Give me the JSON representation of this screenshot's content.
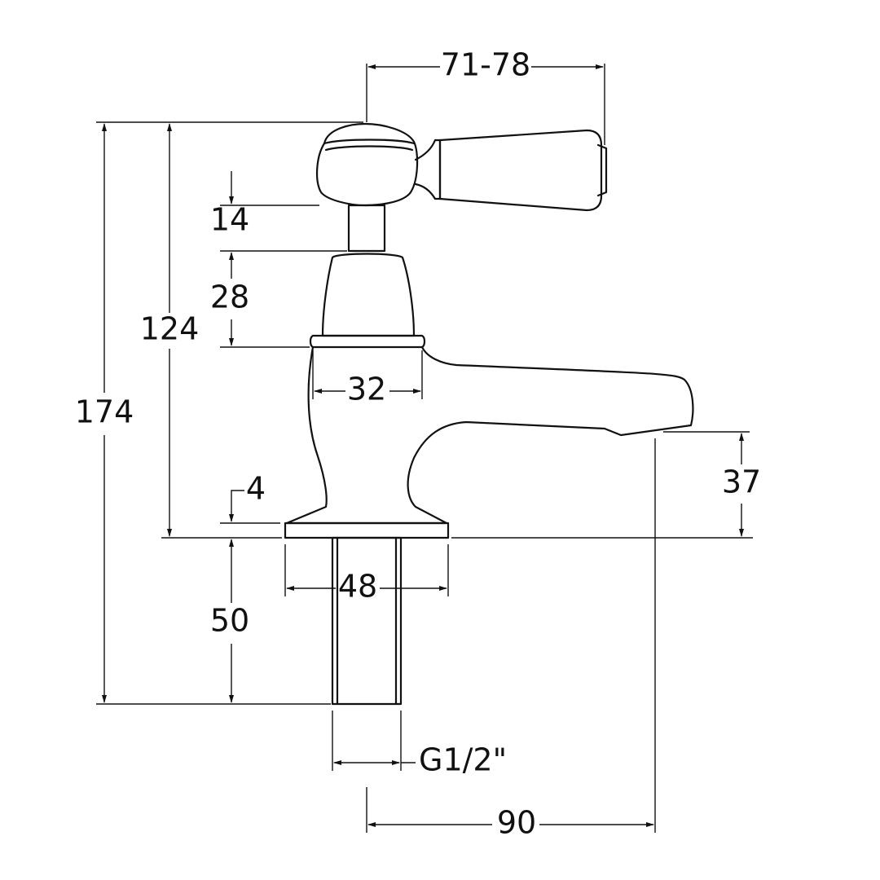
{
  "drawing": {
    "subject": "basin tap side elevation",
    "colors": {
      "line": "#111111",
      "background": "#ffffff"
    }
  },
  "dimensions": {
    "handle_reach": "71-78",
    "overall_height": "174",
    "height_above_deck": "124",
    "headgear_gap": "14",
    "body_upper": "28",
    "body_width": "32",
    "base_thickness": "4",
    "base_width": "48",
    "spout_height": "37",
    "shank_length": "50",
    "thread_size": "G1/2\"",
    "spout_projection": "90"
  }
}
